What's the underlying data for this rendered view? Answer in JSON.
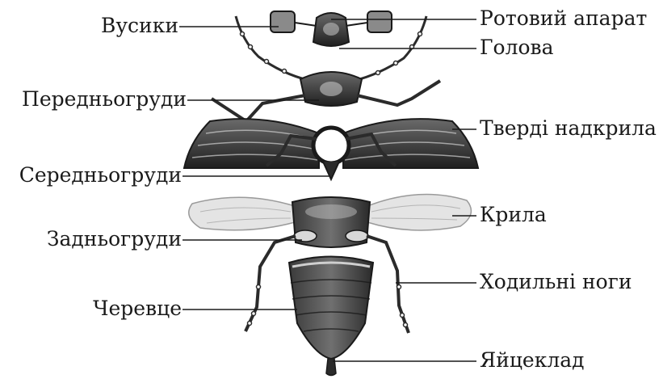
{
  "labels": {
    "left": {
      "antennae": "Вусики",
      "prothorax": "Передньогруди",
      "mesothorax": "Середньогруди",
      "metathorax": "Задньогруди",
      "abdomen": "Черевце"
    },
    "right": {
      "mouthparts": "Ротовий апарат",
      "head": "Голова",
      "elytra": "Тверді надкрила",
      "wings": "Крила",
      "legs": "Ходильні ноги",
      "ovipositor": "Яйцеклад"
    }
  },
  "colors": {
    "ink": "#1a1a1a",
    "shell_dark": "#2b2b2b",
    "shell_mid": "#5a5a5a",
    "shell_light": "#9a9a9a",
    "wing": "#e4e4e4"
  }
}
